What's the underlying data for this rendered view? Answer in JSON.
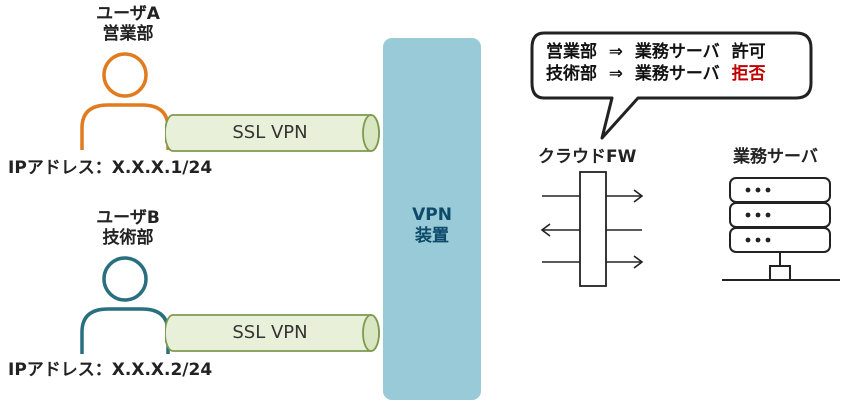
{
  "users": [
    {
      "name": "ユーザA",
      "dept": "営業部",
      "ip": "IPアドレス：X.X.X.1/24",
      "color": "#e07b20"
    },
    {
      "name": "ユーザB",
      "dept": "技術部",
      "ip": "IPアドレス：X.X.X.2/24",
      "color": "#2a6f80"
    }
  ],
  "tunnel_label": "SSL VPN",
  "vpn_device": {
    "line1": "VPN",
    "line2": "装置"
  },
  "rules": [
    {
      "source": "営業部",
      "arrow": "⇒",
      "target": "業務サーバ",
      "action": "許可",
      "action_color": "#111111"
    },
    {
      "source": "技術部",
      "arrow": "⇒",
      "target": "業務サーバ",
      "action": "拒否",
      "action_color": "#c00000"
    }
  ],
  "firewall_label": "クラウドFW",
  "server_label": "業務サーバ",
  "colors": {
    "vpn_box": "#98cad8",
    "tunnel_fill": "#e8f0da",
    "tunnel_stroke": "#7f9a4e",
    "deny": "#c00000"
  }
}
